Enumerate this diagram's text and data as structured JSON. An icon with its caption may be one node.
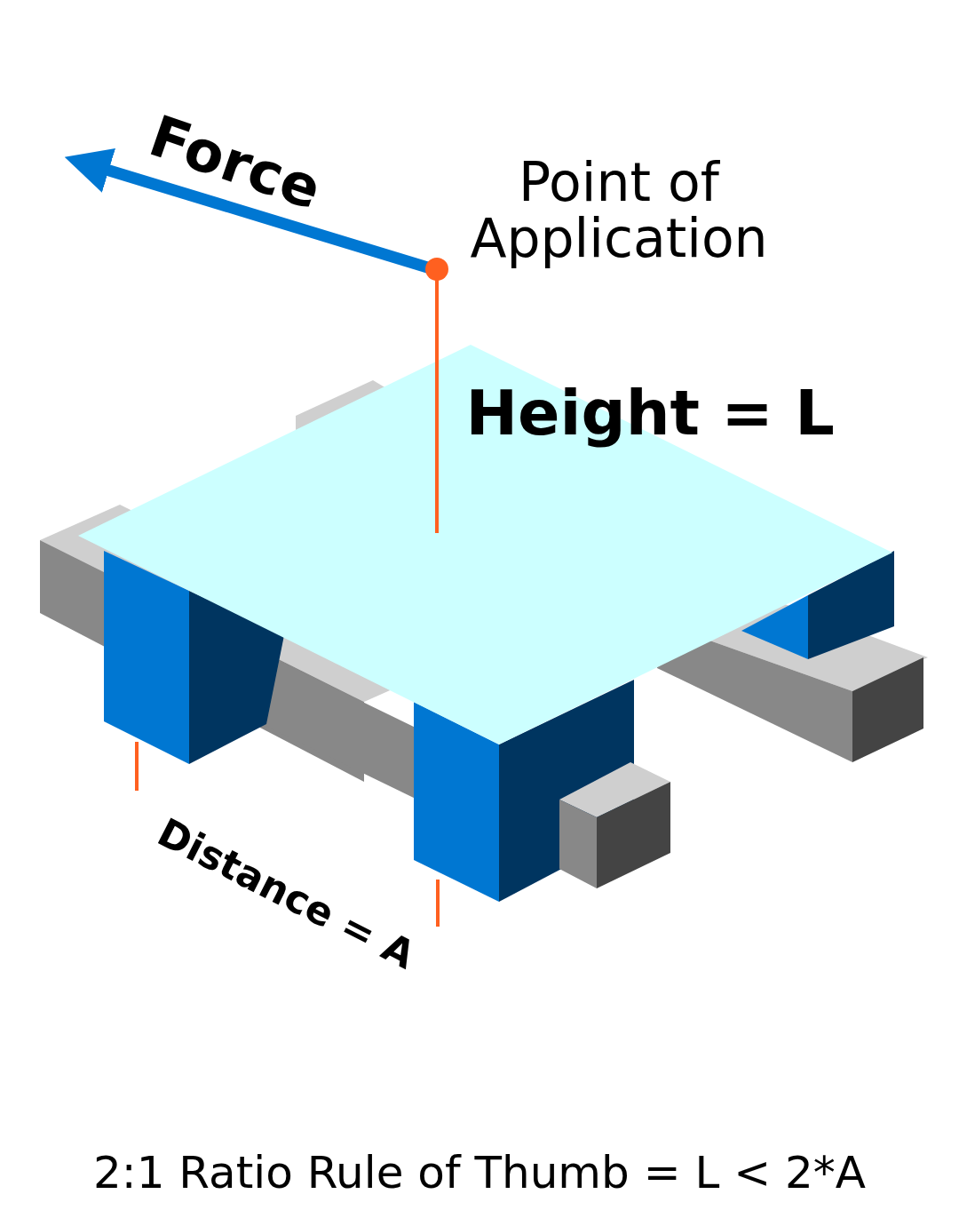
{
  "diagram": {
    "caption": "2:1 Ratio Rule of Thumb = L < 2*A",
    "labels": [
      "Force",
      "Point of Application",
      "Height = L",
      "Distance = A"
    ]
  }
}
